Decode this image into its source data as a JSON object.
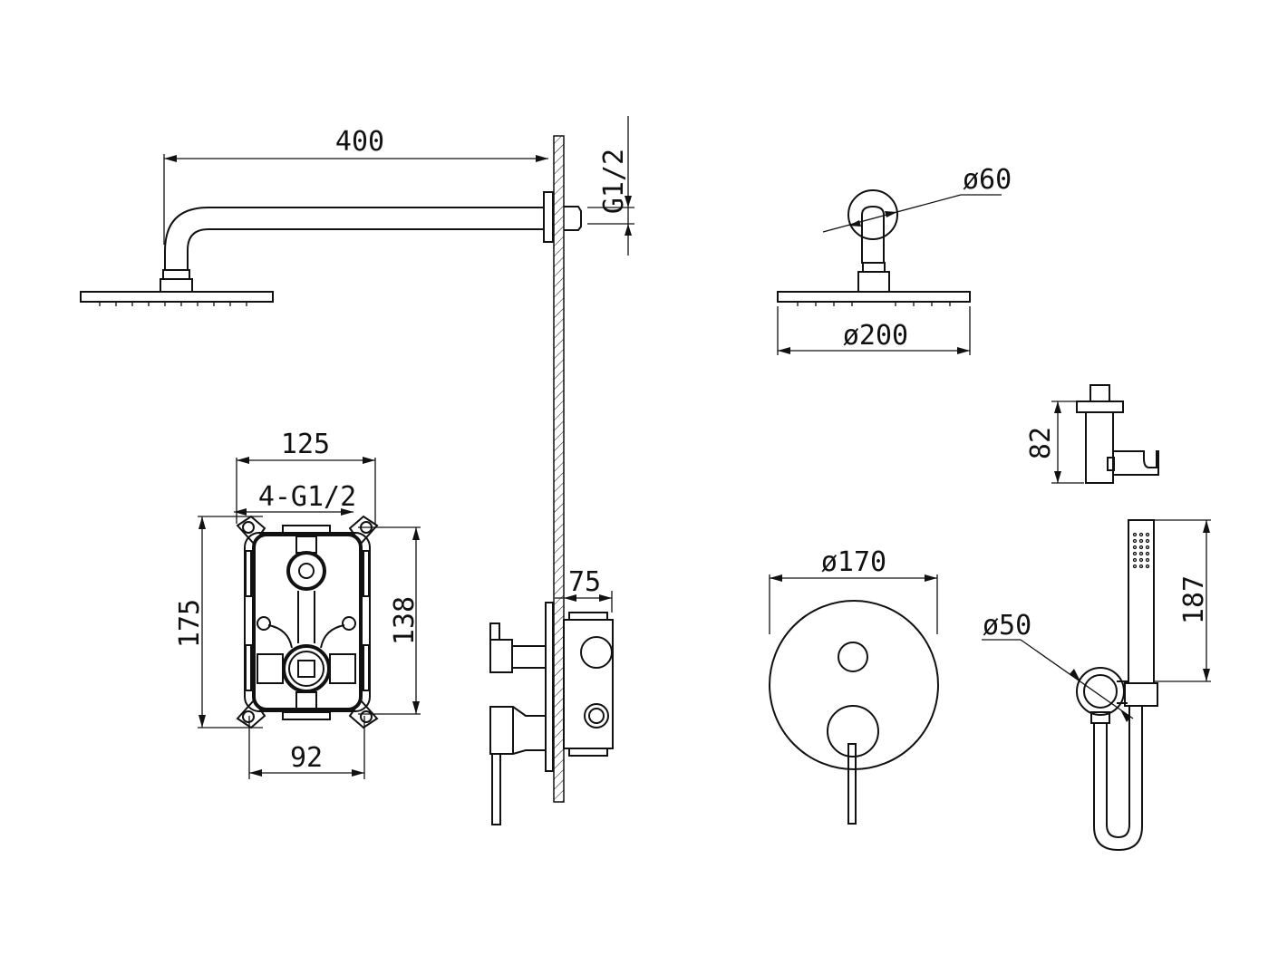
{
  "labels": {
    "arm_length": "400",
    "arm_thread": "G1/2",
    "flange_diameter": "ø60",
    "head_diameter": "ø200",
    "holder_height": "82",
    "box_width": "125",
    "box_inlets": "4-G1/2",
    "box_height": "175",
    "box_inner_height": "138",
    "box_inner_width": "92",
    "wall_depth": "75",
    "plate_diameter": "ø170",
    "elbow_diameter": "ø50",
    "handshower_length": "187"
  }
}
